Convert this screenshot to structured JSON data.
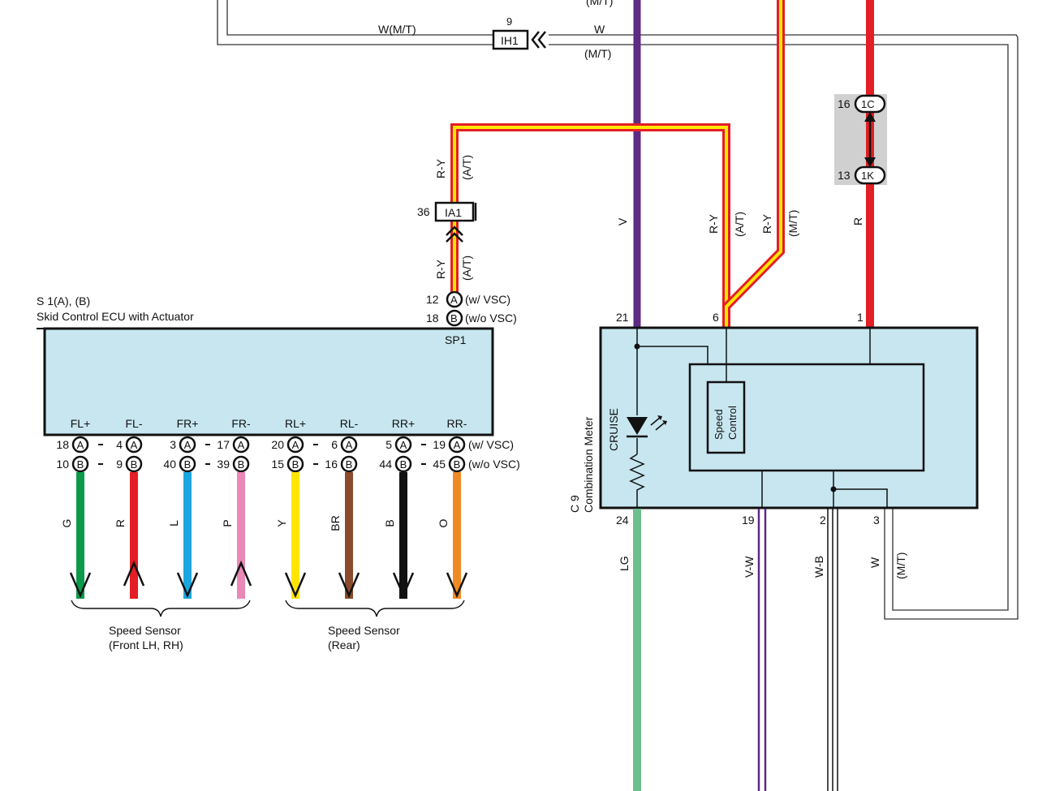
{
  "ecu": {
    "id_line": "S 1(A), (B)",
    "name": "Skid Control ECU with Actuator",
    "sp1": "SP1",
    "pins": [
      "FL+",
      "FL-",
      "FR+",
      "FR-",
      "RL+",
      "RL-",
      "RR+",
      "RR-"
    ],
    "pin_numbers_a": [
      "18",
      "4",
      "3",
      "17",
      "20",
      "6",
      "5",
      "19"
    ],
    "pin_numbers_b": [
      "10",
      "9",
      "40",
      "39",
      "15",
      "16",
      "44",
      "45"
    ],
    "row_a_note": "(w/ VSC)",
    "row_b_note": "(w/o VSC)",
    "conn_a": "A",
    "conn_b": "B"
  },
  "sensor_wires": [
    {
      "label": "G",
      "color": "#0a9a4a",
      "dir": "down"
    },
    {
      "label": "R",
      "color": "#e31e24",
      "dir": "up"
    },
    {
      "label": "L",
      "color": "#1ba6e0",
      "dir": "down"
    },
    {
      "label": "P",
      "color": "#ea88b6",
      "dir": "up"
    },
    {
      "label": "Y",
      "color": "#ffe600",
      "dir": "down"
    },
    {
      "label": "BR",
      "color": "#8b4a2b",
      "dir": "down"
    },
    {
      "label": "B",
      "color": "#111111",
      "dir": "down"
    },
    {
      "label": "O",
      "color": "#f08a24",
      "dir": "down"
    }
  ],
  "sensors": {
    "front_line1": "Speed Sensor",
    "front_line2": "(Front LH,  RH)",
    "rear_line1": "Speed Sensor",
    "rear_line2": "(Rear)"
  },
  "sp1_connector": {
    "pin_a": "12",
    "pin_b": "18",
    "note_a": "(w/ VSC)",
    "note_b": "(w/o VSC)",
    "wire_label": "R-Y",
    "wire_note": "(A/T)"
  },
  "ia1": {
    "pin": "36",
    "label": "IA1"
  },
  "ih1": {
    "pin": "9",
    "label": "IH1",
    "left_wire": "W(M/T)",
    "right_wire": "W",
    "right_note": "(M/T)"
  },
  "top_note": "(M/T)",
  "meter": {
    "id": "C 9",
    "name": "Combination Meter",
    "cruise": "CRUISE",
    "speed_control_1": "Speed",
    "speed_control_2": "Control",
    "pin_21": "21",
    "pin_6": "6",
    "pin_1": "1",
    "pin_24": "24",
    "pin_19": "19",
    "pin_2": "2",
    "pin_3": "3"
  },
  "meter_wires": {
    "v": "V",
    "ry_at": "R-Y",
    "ry_at_note": "(A/T)",
    "ry_mt": "R-Y",
    "ry_mt_note": "(M/T)",
    "r": "R",
    "lg": "LG",
    "vw": "V-W",
    "wb": "W-B",
    "w": "W",
    "w_note": "(M/T)"
  },
  "junction": {
    "pin_top": "16",
    "conn_top": "1C",
    "pin_bottom": "13",
    "conn_bottom": "1K"
  },
  "colors": {
    "ecu_fill": "#c7e6f0",
    "violet": "#5e2a84",
    "red": "#e31e24",
    "yellow": "#ffe600",
    "light_green": "#6dbe8d",
    "junction_gray": "#d0d0d0"
  }
}
